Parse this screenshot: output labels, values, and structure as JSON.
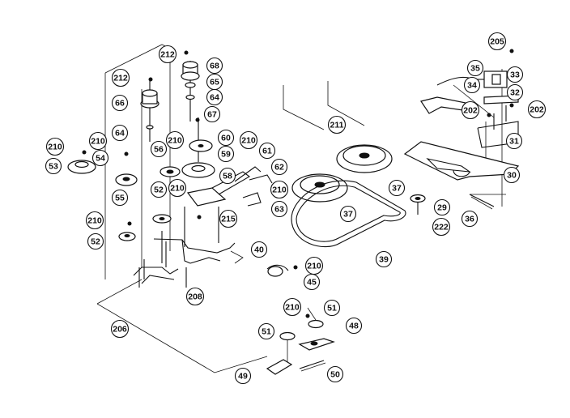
{
  "callouts": [
    {
      "id": "c205",
      "label": "205"
    },
    {
      "id": "c33",
      "label": "33"
    },
    {
      "id": "c35",
      "label": "35"
    },
    {
      "id": "c34",
      "label": "34"
    },
    {
      "id": "c32",
      "label": "32"
    },
    {
      "id": "c202a",
      "label": "202"
    },
    {
      "id": "c202b",
      "label": "202"
    },
    {
      "id": "c31",
      "label": "31"
    },
    {
      "id": "c30",
      "label": "30"
    },
    {
      "id": "c29",
      "label": "29"
    },
    {
      "id": "c222",
      "label": "222"
    },
    {
      "id": "c36",
      "label": "36"
    },
    {
      "id": "c211",
      "label": "211"
    },
    {
      "id": "c37a",
      "label": "37"
    },
    {
      "id": "c37b",
      "label": "37"
    },
    {
      "id": "c39",
      "label": "39"
    },
    {
      "id": "c212a",
      "label": "212"
    },
    {
      "id": "c212b",
      "label": "212"
    },
    {
      "id": "c68",
      "label": "68"
    },
    {
      "id": "c65",
      "label": "65"
    },
    {
      "id": "c64a",
      "label": "64"
    },
    {
      "id": "c66",
      "label": "66"
    },
    {
      "id": "c67",
      "label": "67"
    },
    {
      "id": "c64b",
      "label": "64"
    },
    {
      "id": "c60",
      "label": "60"
    },
    {
      "id": "c210a",
      "label": "210"
    },
    {
      "id": "c210b",
      "label": "210"
    },
    {
      "id": "c54",
      "label": "54"
    },
    {
      "id": "c53",
      "label": "53"
    },
    {
      "id": "c56",
      "label": "56"
    },
    {
      "id": "c210c",
      "label": "210"
    },
    {
      "id": "c59",
      "label": "59"
    },
    {
      "id": "c210d",
      "label": "210"
    },
    {
      "id": "c61",
      "label": "61"
    },
    {
      "id": "c62",
      "label": "62"
    },
    {
      "id": "c55",
      "label": "55"
    },
    {
      "id": "c52a",
      "label": "52"
    },
    {
      "id": "c210e",
      "label": "210"
    },
    {
      "id": "c58",
      "label": "58"
    },
    {
      "id": "c210f",
      "label": "210"
    },
    {
      "id": "c63",
      "label": "63"
    },
    {
      "id": "c215",
      "label": "215"
    },
    {
      "id": "c210g",
      "label": "210"
    },
    {
      "id": "c52b",
      "label": "52"
    },
    {
      "id": "c40",
      "label": "40"
    },
    {
      "id": "c210h",
      "label": "210"
    },
    {
      "id": "c45",
      "label": "45"
    },
    {
      "id": "c208",
      "label": "208"
    },
    {
      "id": "c206",
      "label": "206"
    },
    {
      "id": "c210i",
      "label": "210"
    },
    {
      "id": "c51a",
      "label": "51"
    },
    {
      "id": "c51b",
      "label": "51"
    },
    {
      "id": "c48",
      "label": "48"
    },
    {
      "id": "c49",
      "label": "49"
    },
    {
      "id": "c50",
      "label": "50"
    }
  ]
}
